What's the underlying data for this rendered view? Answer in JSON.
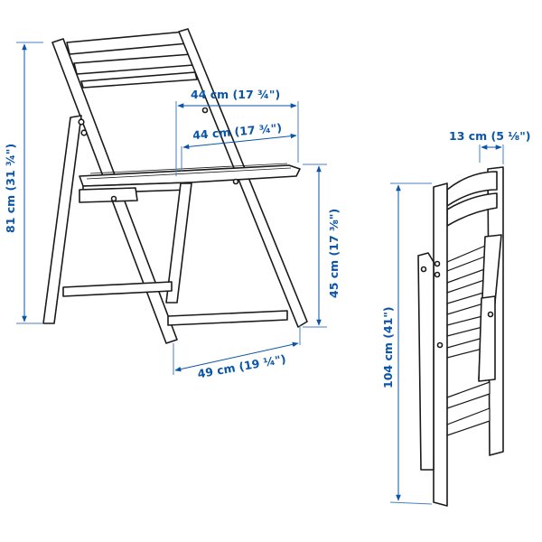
{
  "diagram": {
    "subject": "Folding chair dimensions",
    "colors": {
      "dimension": "#0a55a8",
      "dimension_line": "#4a7fbf",
      "drawing": "#1a1a1a",
      "background": "#ffffff"
    },
    "views": [
      {
        "name": "unfolded-chair",
        "dimensions": {
          "height": "81 cm (31 ¾\")",
          "width_top": "44 cm (17 ¾\")",
          "width_seat": "44 cm (17 ¾\")",
          "seat_height": "45 cm (17 ⅜\")",
          "depth": "49 cm (19 ¼\")"
        }
      },
      {
        "name": "folded-chair",
        "dimensions": {
          "thickness": "13 cm (5 ⅛\")",
          "height": "104 cm (41\")"
        }
      }
    ]
  }
}
